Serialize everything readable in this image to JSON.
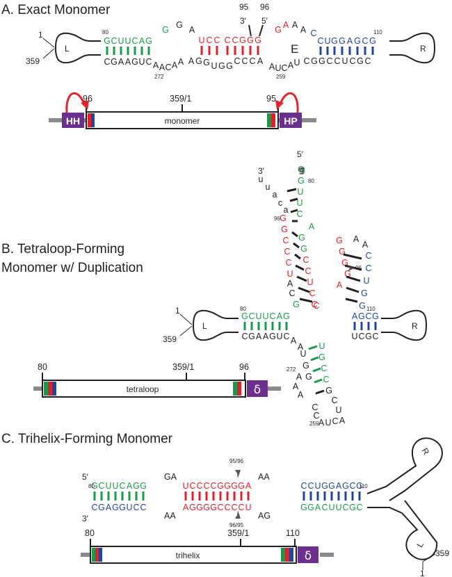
{
  "colors": {
    "green": "#1a9a48",
    "red": "#e0202a",
    "blue": "#24459c",
    "black": "#231f20",
    "purple": "#6b2f8d",
    "gray": "#8a8a8a",
    "arrow_red": "#e3242b"
  },
  "panel_a": {
    "title": "A. Exact Monomer",
    "loop_left_label": "L",
    "loop_right_label": "R",
    "pos_1": "1",
    "pos_359": "359",
    "num_80": "80",
    "num_110": "110",
    "num_272": "272",
    "num_259": "259",
    "num_95": "95",
    "num_96": "96",
    "end_3p": "3′",
    "end_5p": "5′",
    "e_loop": "E",
    "bar_num_96": "96",
    "bar_num_359_1": "359/1",
    "bar_num_95": "95",
    "bar_label": "monomer",
    "hh_label": "HH",
    "hp_label": "HP"
  },
  "panel_b": {
    "title_line1": "B. Tetraloop-Forming",
    "title_line2": "Monomer w/ Duplication",
    "loop_left_label": "L",
    "loop_right_label": "R",
    "pos_1": "1",
    "pos_359": "359",
    "num_80": "80",
    "num_110": "110",
    "num_272": "272",
    "num_259": "259",
    "num_96": "96",
    "num_80_top": "80",
    "marker_96": "96",
    "end_5p": "5′",
    "end_3p": "3′",
    "bar_num_80": "80",
    "bar_num_359_1": "359/1",
    "bar_num_96": "96",
    "bar_label": "tetraloop",
    "delta_label": "δ"
  },
  "panel_c": {
    "title": "C. Trihelix-Forming Monomer",
    "end_5p": "5′",
    "end_3p": "3′",
    "num_80": "80",
    "num_110": "110",
    "marker_top": "95/96",
    "marker_bottom": "96/95",
    "loop_r_label": "R",
    "loop_l_label": "L",
    "pos_359": "359",
    "pos_1": "1",
    "bar_num_80": "80",
    "bar_num_359_1": "359/1",
    "bar_num_110": "110",
    "bar_label": "trihelix",
    "delta_label": "δ"
  },
  "sequences": {
    "a_top": [
      {
        "t": "G",
        "c": "green"
      },
      {
        "t": "C",
        "c": "green"
      },
      {
        "t": "U",
        "c": "green"
      },
      {
        "t": "U",
        "c": "green"
      },
      {
        "t": "C",
        "c": "green"
      },
      {
        "t": "A",
        "c": "green"
      },
      {
        "t": "G",
        "c": "green"
      },
      {
        "t": "G",
        "c": "green"
      },
      {
        "t": "G",
        "c": "black"
      },
      {
        "t": "A",
        "c": "black"
      },
      {
        "t": "U",
        "c": "red"
      },
      {
        "t": "C",
        "c": "red"
      },
      {
        "t": "C",
        "c": "red"
      },
      {
        "t": "C",
        "c": "red"
      },
      {
        "t": "C",
        "c": "red"
      },
      {
        "t": "G",
        "c": "red"
      },
      {
        "t": "G",
        "c": "red"
      },
      {
        "t": "G",
        "c": "red"
      },
      {
        "t": "G",
        "c": "red"
      },
      {
        "t": "A",
        "c": "red"
      },
      {
        "t": "A",
        "c": "black"
      },
      {
        "t": "A",
        "c": "black"
      },
      {
        "t": "C",
        "c": "blue"
      },
      {
        "t": "C",
        "c": "blue"
      },
      {
        "t": "U",
        "c": "blue"
      },
      {
        "t": "G",
        "c": "blue"
      },
      {
        "t": "G",
        "c": "blue"
      },
      {
        "t": "A",
        "c": "blue"
      },
      {
        "t": "G",
        "c": "blue"
      },
      {
        "t": "C",
        "c": "blue"
      },
      {
        "t": "G",
        "c": "blue"
      }
    ],
    "a_bottom": [
      {
        "t": "C",
        "c": "black"
      },
      {
        "t": "G",
        "c": "black"
      },
      {
        "t": "A",
        "c": "black"
      },
      {
        "t": "A",
        "c": "black"
      },
      {
        "t": "G",
        "c": "black"
      },
      {
        "t": "U",
        "c": "black"
      },
      {
        "t": "C",
        "c": "black"
      },
      {
        "t": "A",
        "c": "black"
      },
      {
        "t": "A",
        "c": "black"
      },
      {
        "t": "C",
        "c": "black"
      },
      {
        "t": "A",
        "c": "black"
      },
      {
        "t": "A",
        "c": "black"
      },
      {
        "t": "A",
        "c": "black"
      },
      {
        "t": "G",
        "c": "black"
      },
      {
        "t": "G",
        "c": "black"
      },
      {
        "t": "U",
        "c": "black"
      },
      {
        "t": "G",
        "c": "black"
      },
      {
        "t": "G",
        "c": "black"
      },
      {
        "t": "C",
        "c": "black"
      },
      {
        "t": "C",
        "c": "black"
      },
      {
        "t": "C",
        "c": "black"
      },
      {
        "t": "A",
        "c": "black"
      },
      {
        "t": "A",
        "c": "black"
      },
      {
        "t": "U",
        "c": "black"
      },
      {
        "t": "C",
        "c": "black"
      },
      {
        "t": "A",
        "c": "black"
      },
      {
        "t": "U",
        "c": "black"
      },
      {
        "t": "C",
        "c": "black"
      },
      {
        "t": "G",
        "c": "black"
      },
      {
        "t": "G",
        "c": "black"
      },
      {
        "t": "C",
        "c": "black"
      },
      {
        "t": "C",
        "c": "black"
      },
      {
        "t": "U",
        "c": "black"
      },
      {
        "t": "C",
        "c": "black"
      },
      {
        "t": "G",
        "c": "black"
      },
      {
        "t": "C",
        "c": "black"
      }
    ],
    "b_left_top": [
      {
        "t": "G",
        "c": "green"
      },
      {
        "t": "C",
        "c": "green"
      },
      {
        "t": "U",
        "c": "green"
      },
      {
        "t": "U",
        "c": "green"
      },
      {
        "t": "C",
        "c": "green"
      },
      {
        "t": "A",
        "c": "green"
      },
      {
        "t": "G",
        "c": "green"
      }
    ],
    "b_left_bottom": [
      {
        "t": "C",
        "c": "black"
      },
      {
        "t": "G",
        "c": "black"
      },
      {
        "t": "A",
        "c": "black"
      },
      {
        "t": "A",
        "c": "black"
      },
      {
        "t": "G",
        "c": "black"
      },
      {
        "t": "U",
        "c": "black"
      },
      {
        "t": "C",
        "c": "black"
      },
      {
        "t": "A",
        "c": "black"
      }
    ],
    "b_right_top": [
      {
        "t": "A",
        "c": "blue"
      },
      {
        "t": "G",
        "c": "blue"
      },
      {
        "t": "C",
        "c": "blue"
      },
      {
        "t": "G",
        "c": "blue"
      }
    ],
    "b_right_bottom": [
      {
        "t": "U",
        "c": "black"
      },
      {
        "t": "C",
        "c": "black"
      },
      {
        "t": "G",
        "c": "black"
      },
      {
        "t": "C",
        "c": "black"
      }
    ],
    "c_h1_top": [
      {
        "t": "G",
        "c": "green"
      },
      {
        "t": "C",
        "c": "green"
      },
      {
        "t": "U",
        "c": "green"
      },
      {
        "t": "U",
        "c": "green"
      },
      {
        "t": "C",
        "c": "green"
      },
      {
        "t": "A",
        "c": "green"
      },
      {
        "t": "G",
        "c": "green"
      },
      {
        "t": "G",
        "c": "green"
      }
    ],
    "c_h1_bottom": [
      {
        "t": "C",
        "c": "blue"
      },
      {
        "t": "G",
        "c": "blue"
      },
      {
        "t": "A",
        "c": "blue"
      },
      {
        "t": "G",
        "c": "blue"
      },
      {
        "t": "G",
        "c": "blue"
      },
      {
        "t": "U",
        "c": "blue"
      },
      {
        "t": "C",
        "c": "blue"
      },
      {
        "t": "C",
        "c": "blue"
      }
    ],
    "c_h2_top": [
      {
        "t": "U",
        "c": "red"
      },
      {
        "t": "C",
        "c": "red"
      },
      {
        "t": "C",
        "c": "red"
      },
      {
        "t": "C",
        "c": "red"
      },
      {
        "t": "C",
        "c": "red"
      },
      {
        "t": "G",
        "c": "red"
      },
      {
        "t": "G",
        "c": "red"
      },
      {
        "t": "G",
        "c": "red"
      },
      {
        "t": "G",
        "c": "red"
      },
      {
        "t": "A",
        "c": "red"
      }
    ],
    "c_h2_bottom": [
      {
        "t": "A",
        "c": "red"
      },
      {
        "t": "G",
        "c": "red"
      },
      {
        "t": "G",
        "c": "red"
      },
      {
        "t": "G",
        "c": "red"
      },
      {
        "t": "G",
        "c": "red"
      },
      {
        "t": "C",
        "c": "red"
      },
      {
        "t": "C",
        "c": "red"
      },
      {
        "t": "C",
        "c": "red"
      },
      {
        "t": "C",
        "c": "red"
      },
      {
        "t": "U",
        "c": "red"
      }
    ],
    "c_h3_top": [
      {
        "t": "C",
        "c": "blue"
      },
      {
        "t": "C",
        "c": "blue"
      },
      {
        "t": "U",
        "c": "blue"
      },
      {
        "t": "G",
        "c": "blue"
      },
      {
        "t": "G",
        "c": "blue"
      },
      {
        "t": "A",
        "c": "blue"
      },
      {
        "t": "G",
        "c": "blue"
      },
      {
        "t": "C",
        "c": "blue"
      },
      {
        "t": "G",
        "c": "blue"
      }
    ],
    "c_h3_bottom": [
      {
        "t": "G",
        "c": "green"
      },
      {
        "t": "G",
        "c": "green"
      },
      {
        "t": "A",
        "c": "green"
      },
      {
        "t": "C",
        "c": "green"
      },
      {
        "t": "U",
        "c": "green"
      },
      {
        "t": "U",
        "c": "green"
      },
      {
        "t": "C",
        "c": "green"
      },
      {
        "t": "G",
        "c": "green"
      },
      {
        "t": "C",
        "c": "green"
      }
    ],
    "c_gap_top_left": "GA",
    "c_gap_bottom_left": "AA",
    "c_gap_top_right": "AA",
    "c_gap_bottom_right": "AG"
  }
}
